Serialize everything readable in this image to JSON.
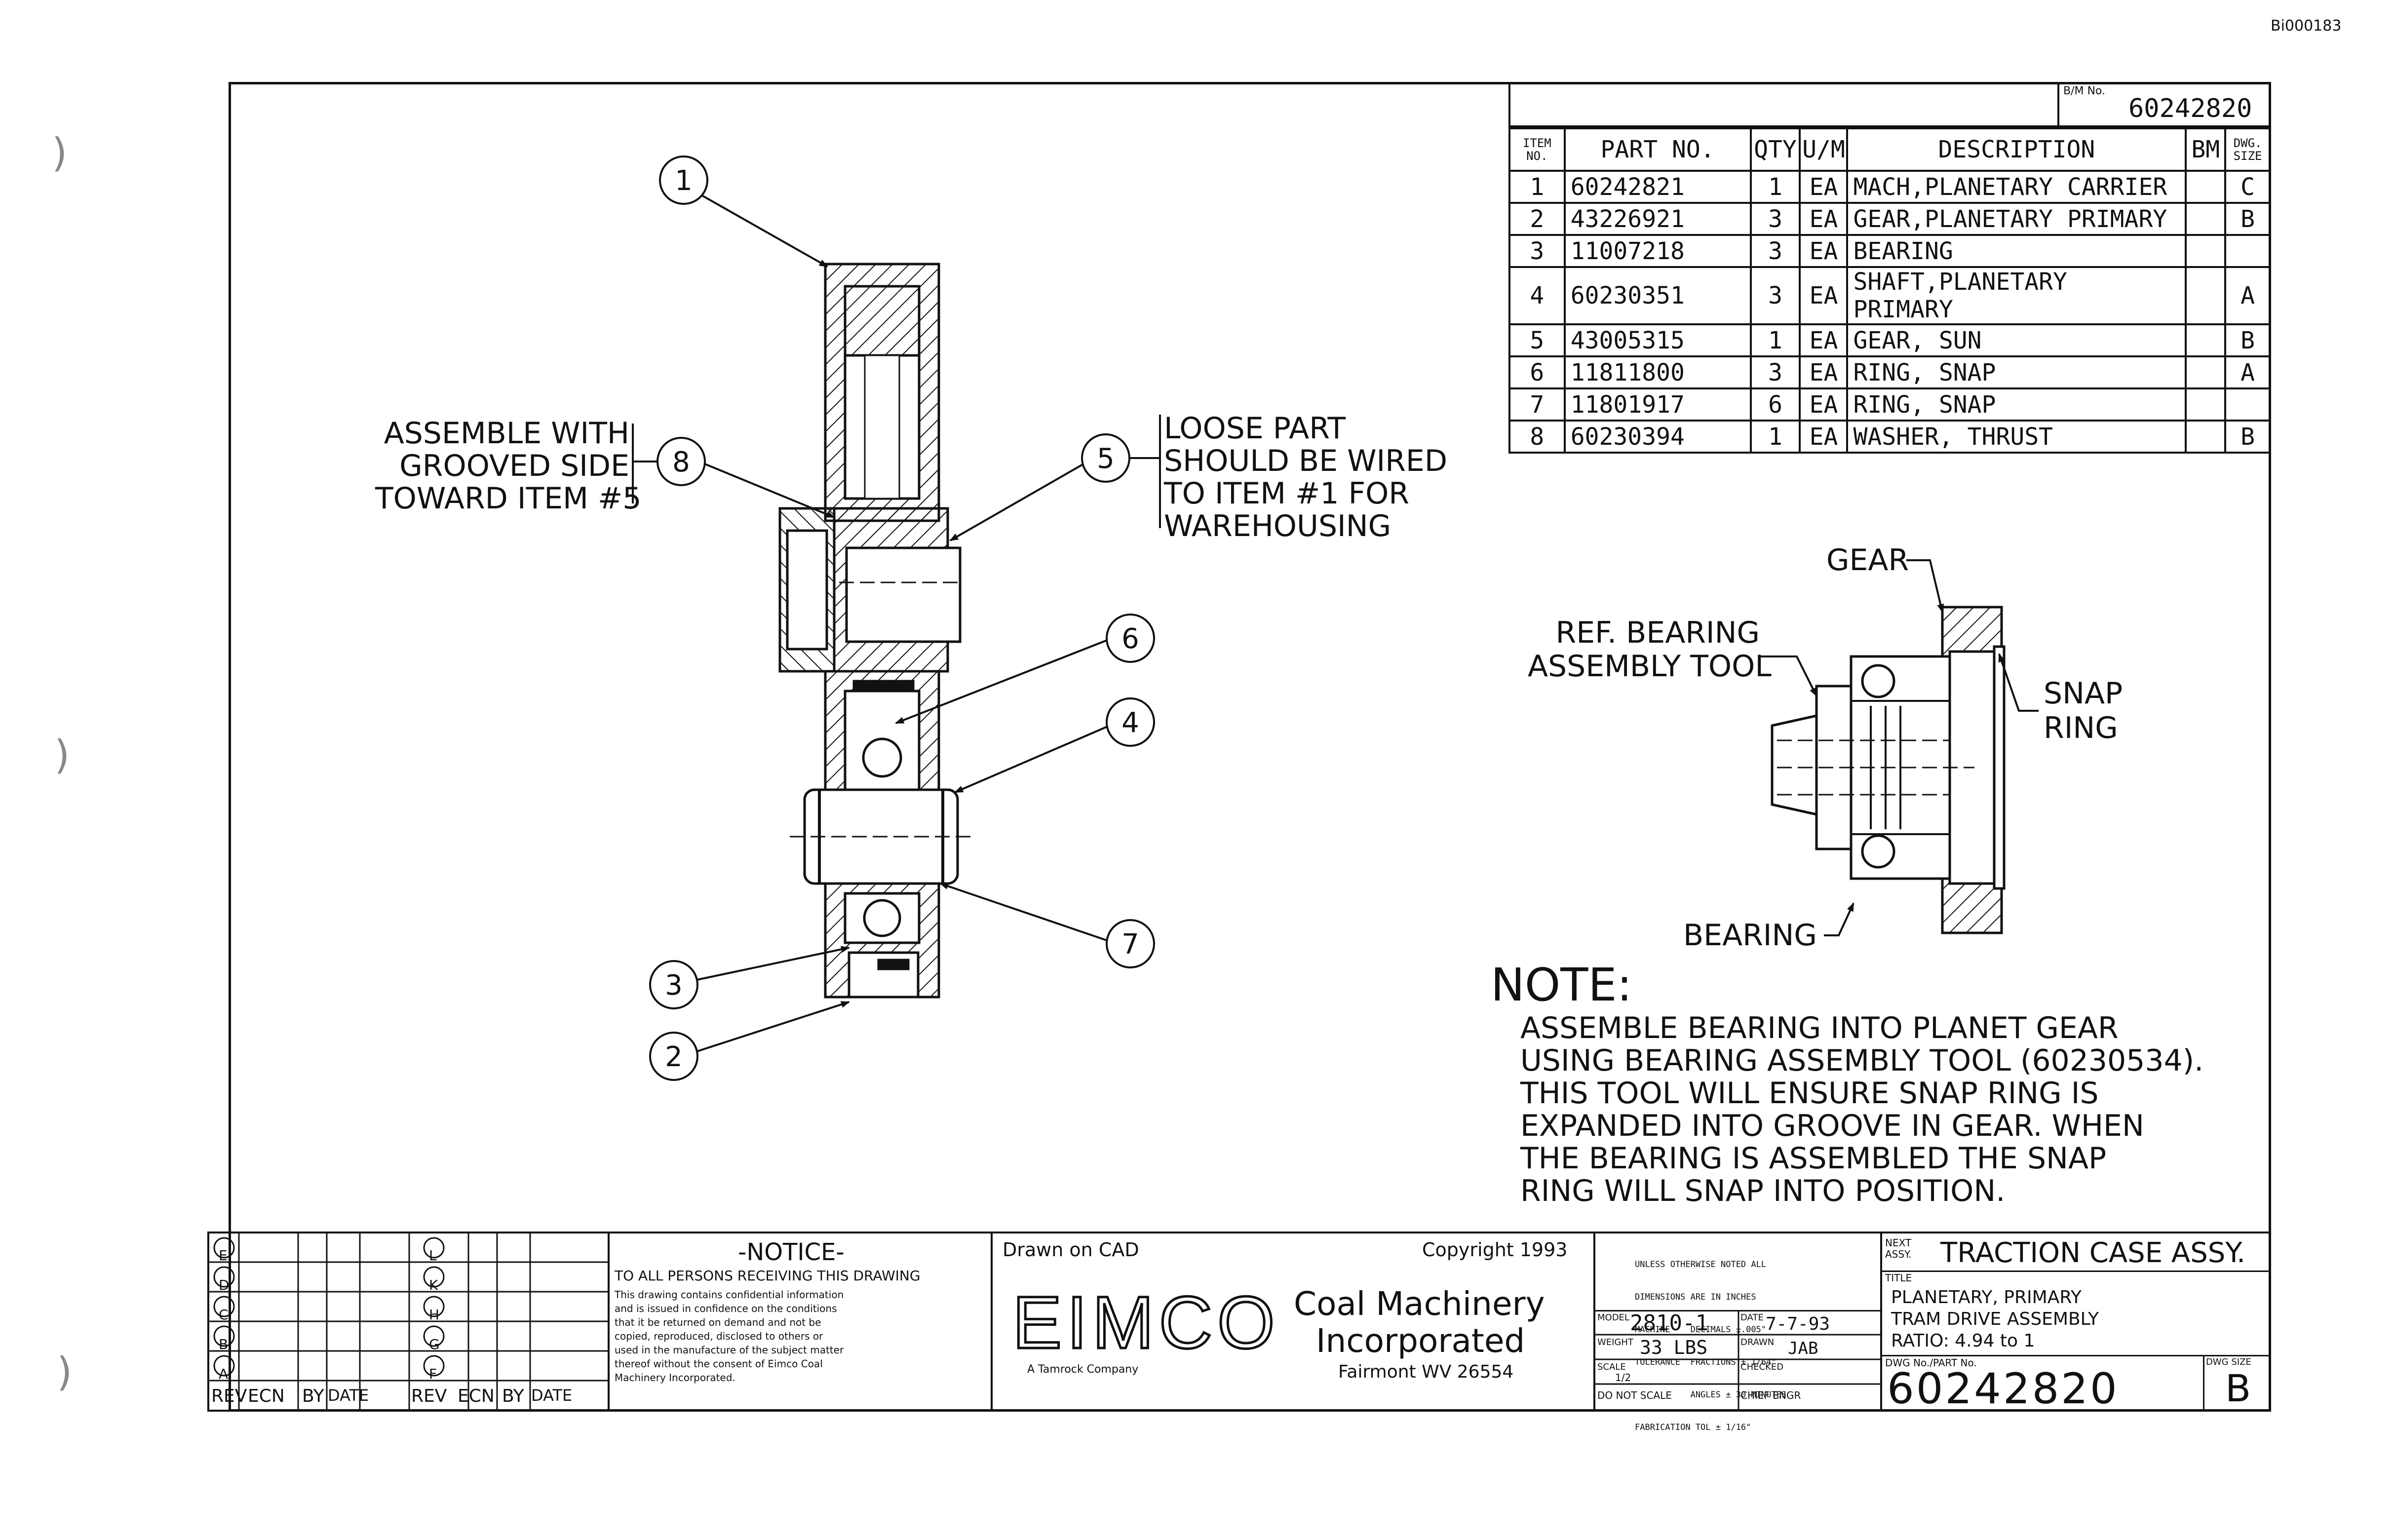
{
  "doc_id": "Bi000183",
  "bom": {
    "bm_no_label": "B/M No.",
    "bm_no": "60242820",
    "headers": {
      "item": "ITEM NO.",
      "part": "PART NO.",
      "qty": "QTY",
      "um": "U/M",
      "desc": "DESCRIPTION",
      "bm": "BM",
      "size": "DWG. SIZE"
    },
    "rows": [
      {
        "item": "1",
        "part": "60242821",
        "qty": "1",
        "um": "EA",
        "desc": "MACH,PLANETARY CARRIER",
        "bm": "",
        "size": "C"
      },
      {
        "item": "2",
        "part": "43226921",
        "qty": "3",
        "um": "EA",
        "desc": "GEAR,PLANETARY PRIMARY",
        "bm": "",
        "size": "B"
      },
      {
        "item": "3",
        "part": "11007218",
        "qty": "3",
        "um": "EA",
        "desc": "BEARING",
        "bm": "",
        "size": ""
      },
      {
        "item": "4",
        "part": "60230351",
        "qty": "3",
        "um": "EA",
        "desc": "SHAFT,PLANETARY PRIMARY",
        "bm": "",
        "size": "A"
      },
      {
        "item": "5",
        "part": "43005315",
        "qty": "1",
        "um": "EA",
        "desc": "GEAR, SUN",
        "bm": "",
        "size": "B"
      },
      {
        "item": "6",
        "part": "11811800",
        "qty": "3",
        "um": "EA",
        "desc": "RING, SNAP",
        "bm": "",
        "size": "A"
      },
      {
        "item": "7",
        "part": "11801917",
        "qty": "6",
        "um": "EA",
        "desc": "RING, SNAP",
        "bm": "",
        "size": ""
      },
      {
        "item": "8",
        "part": "60230394",
        "qty": "1",
        "um": "EA",
        "desc": "WASHER, THRUST",
        "bm": "",
        "size": "B"
      }
    ]
  },
  "callouts": {
    "assemble_with": [
      "ASSEMBLE WITH",
      "GROOVED SIDE",
      "TOWARD ITEM #5"
    ],
    "loose_part": [
      "LOOSE PART",
      "SHOULD BE WIRED",
      "TO ITEM #1 FOR",
      "WAREHOUSING"
    ],
    "balloons": [
      "1",
      "8",
      "5",
      "6",
      "4",
      "7",
      "3",
      "2"
    ]
  },
  "detail": {
    "gear": "GEAR",
    "ref_bearing": [
      "REF. BEARING",
      "ASSEMBLY TOOL"
    ],
    "snap_ring": [
      "SNAP",
      "RING"
    ],
    "bearing": "BEARING"
  },
  "note": {
    "heading": "NOTE:",
    "lines": [
      "ASSEMBLE BEARING INTO PLANET GEAR",
      "USING BEARING ASSEMBLY TOOL (60230534).",
      "THIS TOOL WILL ENSURE SNAP RING IS",
      "EXPANDED INTO GROOVE IN GEAR. WHEN",
      "THE BEARING IS ASSEMBLED THE SNAP",
      "RING WILL SNAP INTO POSITION."
    ]
  },
  "revisions": {
    "left_letters": [
      "E",
      "D",
      "C",
      "B",
      "A"
    ],
    "right_letters": [
      "L",
      "K",
      "H",
      "G",
      "F"
    ],
    "footer": [
      "REV",
      "ECN",
      "BY",
      "DATE",
      "REV",
      "ECN",
      "BY",
      "DATE"
    ]
  },
  "notice": {
    "title": "-NOTICE-",
    "heading": "TO ALL PERSONS RECEIVING THIS DRAWING",
    "body": [
      "This drawing contains confidential information",
      "and is issued in confidence on the conditions",
      "that it be returned on demand and not be",
      "copied, reproduced, disclosed to others or",
      "used in the manufacture of the subject matter",
      "thereof without the consent of Eimco Coal",
      "Machinery Incorporated."
    ]
  },
  "company": {
    "drawn_on": "Drawn on CAD",
    "copyright": "Copyright 1993",
    "logo": "EIMCO",
    "tagline": "A Tamrock Company",
    "name_line1": "Coal Machinery",
    "name_line2": "Incorporated",
    "location": "Fairmont WV 26554"
  },
  "tolerances": {
    "lines": [
      "UNLESS OTHERWISE NOTED ALL",
      "DIMENSIONS ARE IN INCHES",
      "MACHINE    DECIMALS ±.005\"",
      "TOLERANCE  FRACTIONS ± 1/64\"",
      "           ANGLES ± 30 MINUTES",
      "FABRICATION TOL ± 1/16\""
    ]
  },
  "info": {
    "model_label": "MODEL",
    "model": "2810-1",
    "date_label": "DATE",
    "date": "7-7-93",
    "weight_label": "WEIGHT",
    "weight": "33 LBS",
    "drawn_label": "DRAWN",
    "drawn": "JAB",
    "scale_label": "SCALE",
    "scale": "1/2",
    "checked_label": "CHECKED",
    "dns": "DO NOT SCALE",
    "chief_label": "CHIEF ENGR"
  },
  "title_block": {
    "next_assy_label": "NEXT ASSY.",
    "next_assy": "TRACTION CASE ASSY.",
    "title_label": "TITLE",
    "title_lines": [
      "PLANETARY, PRIMARY",
      "TRAM DRIVE ASSEMBLY",
      "RATIO: 4.94 to 1"
    ],
    "dwg_label": "DWG No./PART No.",
    "dwg_no": "60242820",
    "size_label": "DWG SIZE",
    "size": "B"
  }
}
